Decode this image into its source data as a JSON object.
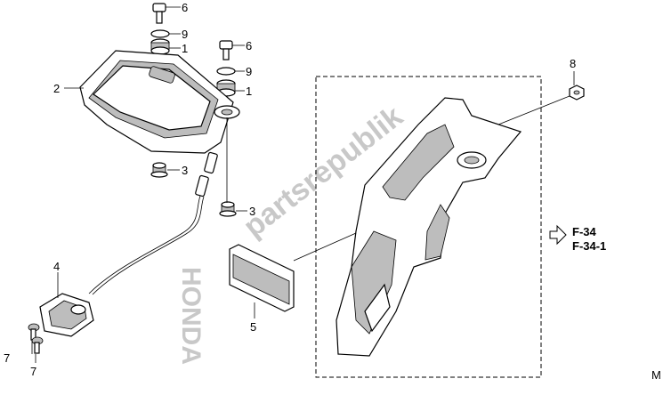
{
  "callouts": {
    "c6_top": "6",
    "c9_top": "9",
    "c1_top": "1",
    "c2": "2",
    "c6_mid": "6",
    "c9_mid": "9",
    "c1_mid": "1",
    "c3_upper": "3",
    "c3_lower": "3",
    "c4": "4",
    "c5": "5",
    "c7_left": "7",
    "c7_right": "7",
    "c8": "8"
  },
  "references": {
    "ref1": "F-34",
    "ref2": "F-34-1"
  },
  "corner_mark": "M",
  "watermark": "partsrepublik",
  "watermark_brand": "HONDA",
  "colors": {
    "line": "#000000",
    "shade": "#bdbdbd",
    "watermark": "#c8c8c8",
    "background": "#ffffff"
  }
}
